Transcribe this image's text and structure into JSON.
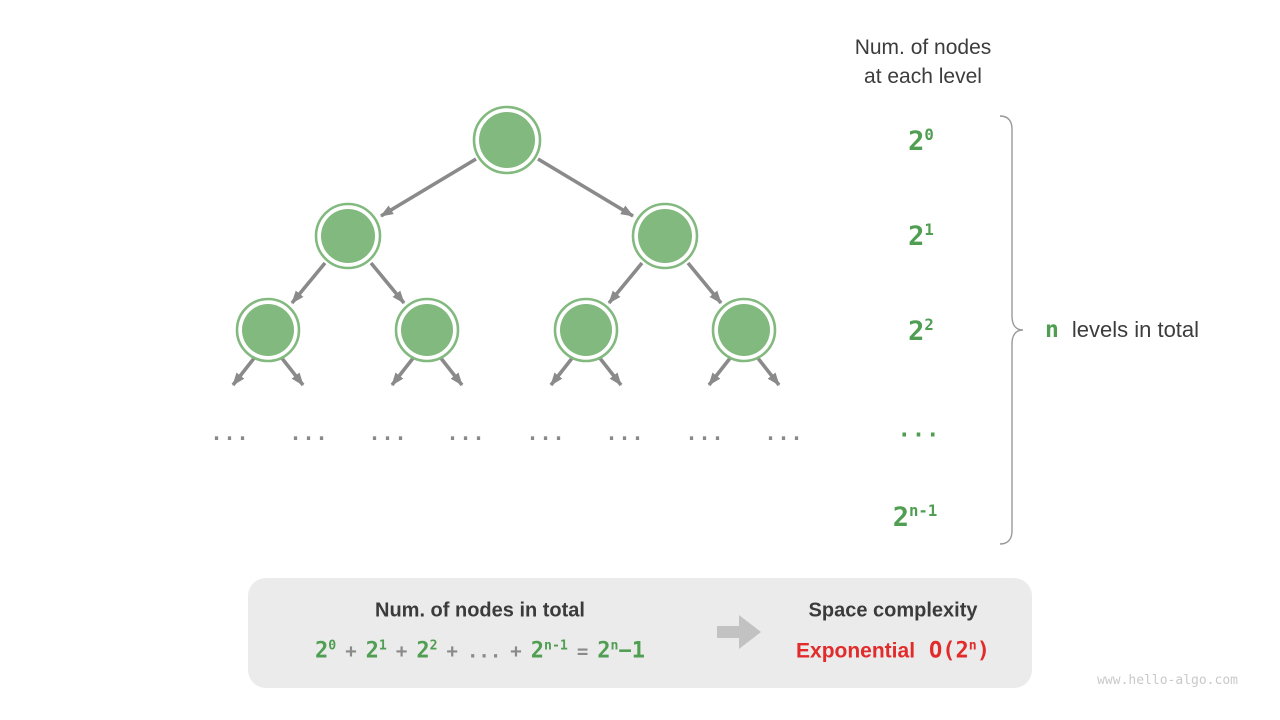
{
  "colors": {
    "node_fill": "#82b97e",
    "node_ring": "#82b97e",
    "edge_gray": "#8a8a8a",
    "green_text": "#4f9e52",
    "dark_text": "#3c3c3c",
    "red_text": "#e22b2b",
    "box_background": "#ebebeb",
    "brace_gray": "#999999",
    "watermark_gray": "#c9c9c9"
  },
  "right_panel": {
    "title_line1": "Num. of nodes",
    "title_line2": "at each level",
    "levels": [
      {
        "base": "2",
        "exp": "0"
      },
      {
        "base": "2",
        "exp": "1"
      },
      {
        "base": "2",
        "exp": "2"
      },
      {
        "ellipsis": "..."
      },
      {
        "base": "2",
        "exp": "n-1"
      }
    ],
    "brace_label": {
      "n": "n",
      "text": "levels in total"
    }
  },
  "tree": {
    "leaf_ellipsis": "..."
  },
  "summary_box": {
    "left_title": "Num. of nodes in total",
    "equation": [
      {
        "base": "2",
        "exp": "0"
      },
      {
        "op": "+"
      },
      {
        "base": "2",
        "exp": "1"
      },
      {
        "op": "+"
      },
      {
        "base": "2",
        "exp": "2"
      },
      {
        "op": "+"
      },
      {
        "op": "..."
      },
      {
        "op": "+"
      },
      {
        "base": "2",
        "exp": "n-1"
      },
      {
        "op": "="
      },
      {
        "base": "2",
        "exp": "n",
        "tail": "−1"
      }
    ],
    "right_title": "Space complexity",
    "complexity_name": "Exponential",
    "complexity_big_o": {
      "prefix": "O(2",
      "exp": "n",
      "suffix": ")"
    }
  },
  "watermark": "www.hello-algo.com"
}
